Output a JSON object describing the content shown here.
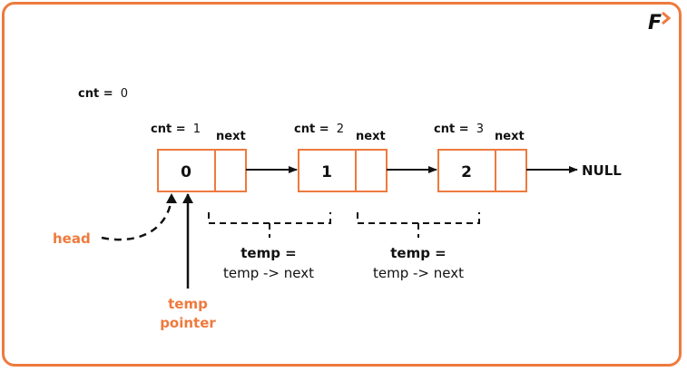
{
  "brand": {
    "logo_text": "F",
    "logo_color": "#111111",
    "accent": "#ee7a3e"
  },
  "counter_initial": {
    "label": "cnt =",
    "value": "0"
  },
  "nodes": [
    {
      "value": "0",
      "cnt_label": "cnt =",
      "cnt_value": "1",
      "next_label": "next"
    },
    {
      "value": "1",
      "cnt_label": "cnt =",
      "cnt_value": "2",
      "next_label": "next"
    },
    {
      "value": "2",
      "cnt_label": "cnt =",
      "cnt_value": "3",
      "next_label": "next"
    }
  ],
  "terminal": "NULL",
  "head_label": "head",
  "temp_pointer_label": {
    "line1": "temp",
    "line2": "pointer"
  },
  "steps": [
    {
      "line1": "temp =",
      "line2": "temp -> next"
    },
    {
      "line1": "temp =",
      "line2": "temp -> next"
    }
  ],
  "colors": {
    "node_border": "#ee7a3e",
    "label_orange": "#ee7a3e",
    "text": "#111111"
  }
}
